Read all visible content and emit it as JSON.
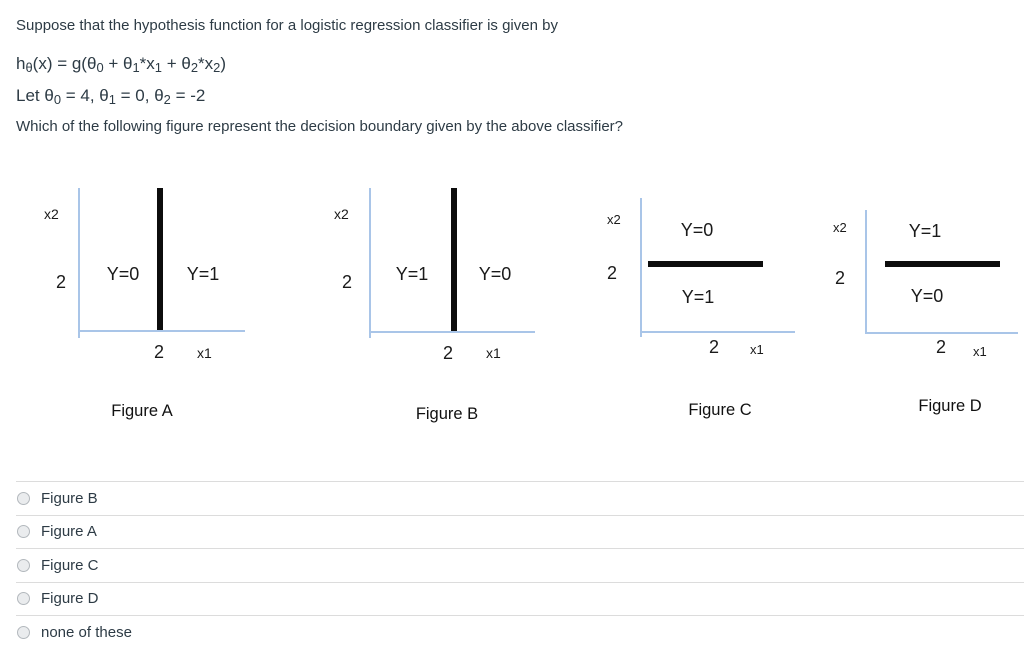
{
  "question": {
    "line1": "Suppose that the hypothesis function for a logistic regression classifier is given by",
    "formula_parts": [
      {
        "t": "h"
      },
      {
        "t": "θ",
        "s": "sub"
      },
      {
        "t": "(x) = g(θ"
      },
      {
        "t": "0",
        "s": "sub"
      },
      {
        "t": " + θ"
      },
      {
        "t": "1",
        "s": "sub"
      },
      {
        "t": "*"
      },
      {
        "t": "x"
      },
      {
        "t": "1",
        "s": "sub"
      },
      {
        "t": " + θ"
      },
      {
        "t": "2",
        "s": "sub"
      },
      {
        "t": "*"
      },
      {
        "t": "x"
      },
      {
        "t": "2",
        "s": "sub"
      },
      {
        "t": ")"
      }
    ],
    "params_parts": [
      {
        "t": "Let θ"
      },
      {
        "t": "0",
        "s": "sub"
      },
      {
        "t": " = 4, θ"
      },
      {
        "t": "1",
        "s": "sub"
      },
      {
        "t": " = 0, θ"
      },
      {
        "t": "2",
        "s": "sub"
      },
      {
        "t": " = -2"
      }
    ],
    "line4": "Which of the following figure represent the decision boundary given by the above classifier?"
  },
  "figures": [
    {
      "caption": "Figure A",
      "y_axis_label": "x2",
      "x_axis_label": "x1",
      "y_tick": "2",
      "x_tick": "2",
      "boundary": {
        "orientation": "vertical",
        "at": 2
      },
      "region_left": "Y=0",
      "region_right": "Y=1"
    },
    {
      "caption": "Figure B",
      "y_axis_label": "x2",
      "x_axis_label": "x1",
      "y_tick": "2",
      "x_tick": "2",
      "boundary": {
        "orientation": "vertical",
        "at": 2
      },
      "region_left": "Y=1",
      "region_right": "Y=0"
    },
    {
      "caption": "Figure C",
      "y_axis_label": "x2",
      "x_axis_label": "x1",
      "y_tick": "2",
      "x_tick": "2",
      "boundary": {
        "orientation": "horizontal",
        "at": 2
      },
      "region_above": "Y=0",
      "region_below": "Y=1"
    },
    {
      "caption": "Figure D",
      "y_axis_label": "x2",
      "x_axis_label": "x1",
      "y_tick": "2",
      "x_tick": "2",
      "boundary": {
        "orientation": "horizontal",
        "at": 2
      },
      "region_above": "Y=1",
      "region_below": "Y=0"
    }
  ],
  "options": [
    {
      "label": "Figure B",
      "selected": false
    },
    {
      "label": "Figure A",
      "selected": false
    },
    {
      "label": "Figure C",
      "selected": false
    },
    {
      "label": "Figure D",
      "selected": false
    },
    {
      "label": "none of these",
      "selected": false
    }
  ],
  "colors": {
    "text_dark": "#2d3b45",
    "axis_blue": "#a9c5e8",
    "boundary_black": "#0d0d0d",
    "divider_gray": "#dcdcdc",
    "radio_border": "#b3b8bd",
    "radio_fill": "#eaecee"
  }
}
